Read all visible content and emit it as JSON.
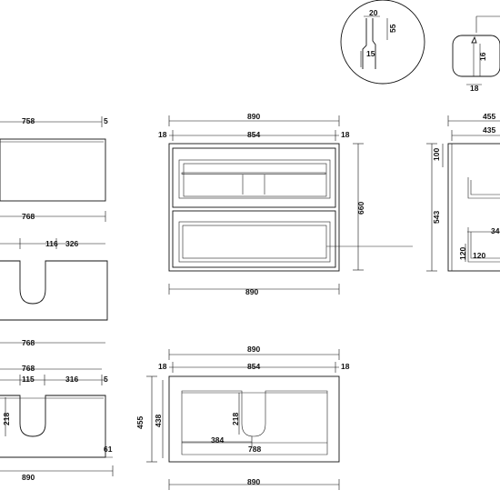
{
  "dimensions": {
    "top_left_width": "758",
    "top_left_gap": "5",
    "top_left_bottom": "768",
    "mid_left_cut": "116",
    "mid_left_right": "326",
    "mid_left_bottom": "768",
    "bot_left_top": "768",
    "bot_left_cut": "115",
    "bot_left_right": "316",
    "bot_left_gap": "5",
    "bot_left_depth": "218",
    "bot_left_base": "61",
    "bot_left_overall": "890",
    "front_overall": "890",
    "front_side_l": "18",
    "front_inner": "854",
    "front_side_r": "18",
    "front_height": "660",
    "front_bottom": "890",
    "plan_overall": "890",
    "plan_side_l": "18",
    "plan_inner": "854",
    "plan_side_r": "18",
    "plan_depth_outer": "455",
    "plan_depth_inner": "438",
    "plan_cut_depth": "218",
    "plan_cut_offset": "384",
    "plan_inner_width": "788",
    "plan_bottom": "890",
    "side_depth_outer": "455",
    "side_depth_inner": "435",
    "side_top": "100",
    "side_height": "543",
    "side_drawer_gap": "34",
    "side_drawer_base": "120",
    "side_drawer_small": "120",
    "detail_a_top": "20",
    "detail_a_right": "55",
    "detail_a_left": "15",
    "detail_b_depth": "16",
    "detail_b_bottom": "18"
  },
  "colors": {
    "line": "#111111",
    "background": "#ffffff"
  }
}
